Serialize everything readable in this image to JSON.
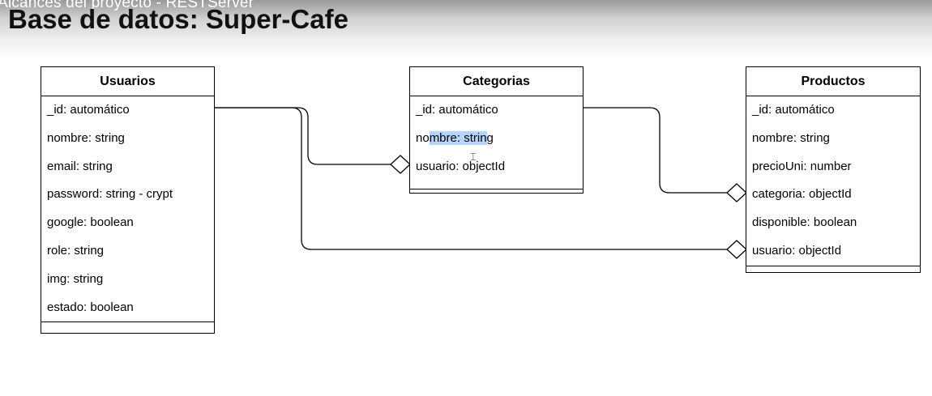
{
  "header": {
    "breadcrumb": "Alcances del proyecto - RESTServer",
    "title": "Base de datos: Super-Cafe"
  },
  "entities": {
    "usuarios": {
      "name": "Usuarios",
      "fields": [
        "_id: automático",
        "nombre: string",
        "email: string",
        "password: string - crypt",
        "google: boolean",
        "role: string",
        "img: string",
        "estado: boolean"
      ]
    },
    "categorias": {
      "name": "Categorias",
      "fields": [
        "_id: automático",
        "nombre: string",
        "usuario: objectId"
      ],
      "highlight": {
        "prefix": "no",
        "selected": "mbre: strin",
        "suffix": "g"
      }
    },
    "productos": {
      "name": "Productos",
      "fields": [
        "_id: automático",
        "nombre: string",
        "precioUni: number",
        "categoria: objectId",
        "disponible: boolean",
        "usuario: objectId"
      ]
    }
  },
  "colors": {
    "selection": "#b5d5fb",
    "line": "#000000"
  },
  "icons": {
    "cursor": "text-cursor-icon"
  }
}
